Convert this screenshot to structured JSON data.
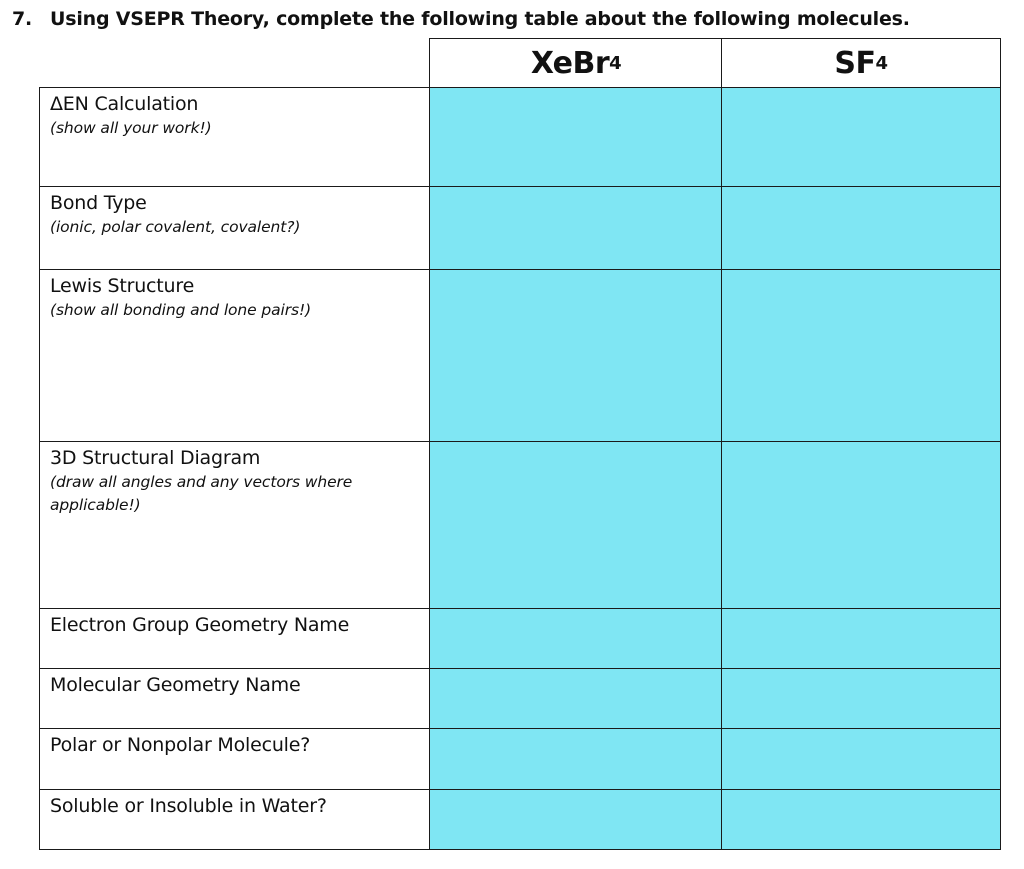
{
  "question": {
    "number": "7.",
    "text": "Using VSEPR Theory, complete the following table about the following molecules."
  },
  "table": {
    "columns": [
      {
        "base": "XeBr",
        "subscript": "4"
      },
      {
        "base": "SF",
        "subscript": "4"
      }
    ],
    "rows": [
      {
        "label": "ΔEN Calculation",
        "hint": "(show all your work!)"
      },
      {
        "label": "Bond Type",
        "hint": "(ionic, polar covalent, covalent?)"
      },
      {
        "label": "Lewis Structure",
        "hint": "(show all bonding and lone pairs!)"
      },
      {
        "label": "3D Structural Diagram",
        "hint": "(draw all angles and any vectors where applicable!)"
      },
      {
        "label": "Electron Group Geometry Name",
        "hint": ""
      },
      {
        "label": "Molecular Geometry Name",
        "hint": ""
      },
      {
        "label": "Polar or Nonpolar Molecule?",
        "hint": ""
      },
      {
        "label": "Soluble or Insoluble in Water?",
        "hint": ""
      }
    ],
    "answer_fill_color": "#7fe6f3"
  }
}
